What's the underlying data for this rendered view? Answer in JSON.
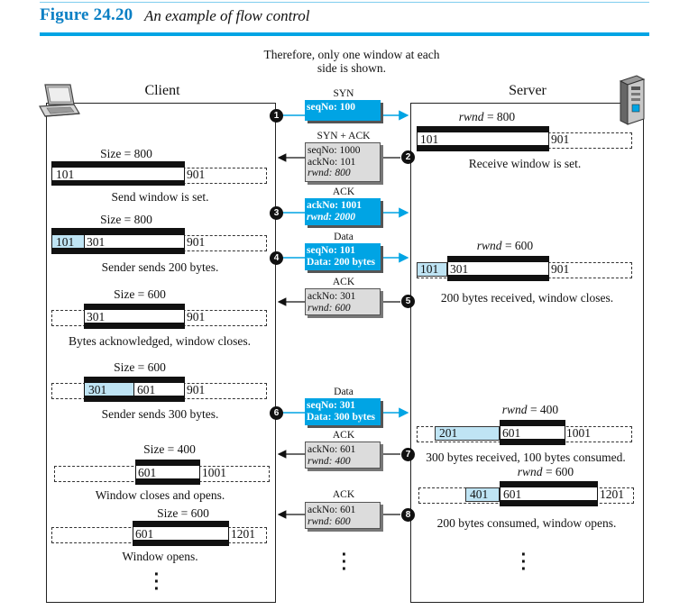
{
  "figure": {
    "number": "Figure 24.20",
    "title": "An example of flow control"
  },
  "note": "Therefore, only one window at each side is shown.",
  "client": {
    "label": "Client",
    "icon": "laptop-icon"
  },
  "server": {
    "label": "Server",
    "icon": "server-tower-icon"
  },
  "messages": [
    {
      "step": "1",
      "label": "SYN",
      "lines": [
        "seqNo: 100"
      ],
      "style": "blue",
      "direction": "to-server"
    },
    {
      "step": "2",
      "label": "SYN + ACK",
      "lines": [
        "seqNo: 1000",
        "ackNo: 101",
        "rwnd: 800"
      ],
      "style": "grey",
      "direction": "to-client"
    },
    {
      "step": "3",
      "label": "ACK",
      "lines": [
        "ackNo: 1001",
        "rwnd: 2000"
      ],
      "style": "blue",
      "direction": "to-server"
    },
    {
      "step": "4",
      "label": "Data",
      "lines": [
        "seqNo: 101",
        "Data: 200 bytes"
      ],
      "style": "blue",
      "direction": "to-server"
    },
    {
      "step": "5",
      "label": "ACK",
      "lines": [
        "ackNo: 301",
        "rwnd: 600"
      ],
      "style": "grey",
      "direction": "to-client"
    },
    {
      "step": "6",
      "label": "Data",
      "lines": [
        "seqNo: 301",
        "Data: 300 bytes"
      ],
      "style": "blue",
      "direction": "to-server"
    },
    {
      "step": "7",
      "label": "ACK",
      "lines": [
        "ackNo: 601",
        "rwnd: 400"
      ],
      "style": "grey",
      "direction": "to-client"
    },
    {
      "step": "8",
      "label": "ACK",
      "lines": [
        "ackNo: 601",
        "rwnd: 600"
      ],
      "style": "grey",
      "direction": "to-client"
    }
  ],
  "client_windows": [
    {
      "size": "Size = 800",
      "caption": "Send window is set.",
      "s1": "101",
      "s2": "",
      "s3": "901"
    },
    {
      "size": "Size = 800",
      "caption": "Sender sends 200 bytes.",
      "s1": "101",
      "s2": "301",
      "s3": "901"
    },
    {
      "size": "Size = 600",
      "caption": "Bytes acknowledged, window closes.",
      "s1": "301",
      "s2": "",
      "s3": "901"
    },
    {
      "size": "Size = 600",
      "caption": "Sender sends 300 bytes.",
      "s1": "301",
      "s2": "601",
      "s3": "901"
    },
    {
      "size": "Size = 400",
      "caption": "Window closes and opens.",
      "s1": "601",
      "s2": "",
      "s3": "1001"
    },
    {
      "size": "Size = 600",
      "caption": "Window opens.",
      "s1": "601",
      "s2": "",
      "s3": "1201"
    }
  ],
  "server_windows": [
    {
      "rwnd": "= 800",
      "caption": "Receive window is set.",
      "s1": "101",
      "s2": "",
      "s3": "901"
    },
    {
      "rwnd": "= 600",
      "caption": "200 bytes received, window closes.",
      "s1": "101",
      "s2": "301",
      "s3": "901"
    },
    {
      "rwnd": "= 400",
      "caption": "300 bytes received, 100 bytes consumed.",
      "s1": "201",
      "s2": "601",
      "s3": "1001"
    },
    {
      "rwnd": "= 600",
      "caption": "200 bytes consumed, window opens.",
      "s1": "401",
      "s2": "601",
      "s3": "1201"
    }
  ],
  "rwnd_word": "rwnd",
  "colors": {
    "accent": "#00a4e4",
    "heading": "#0a7fc4",
    "message_grey": "#dcdcdc",
    "sent_fill": "#bfe4f4"
  }
}
